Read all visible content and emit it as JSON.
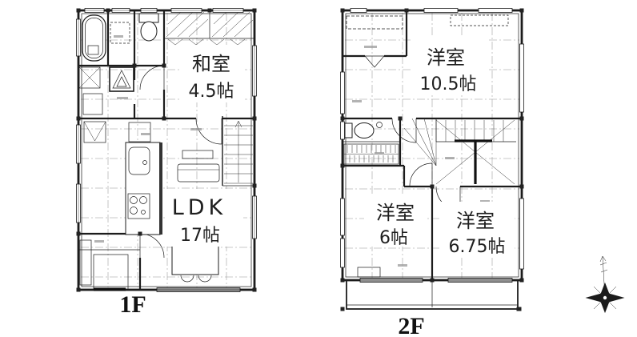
{
  "floors": [
    {
      "label": "1F",
      "rooms": [
        {
          "name": "和室",
          "size": "4.5帖"
        },
        {
          "name": "LDK",
          "size": "17帖"
        }
      ]
    },
    {
      "label": "2F",
      "rooms": [
        {
          "name": "洋室",
          "size": "10.5帖"
        },
        {
          "name": "洋室",
          "size": "6帖"
        },
        {
          "name": "洋室",
          "size": "6.75帖"
        }
      ]
    }
  ],
  "icons": {
    "compass": "compass-rose-north",
    "fixtures": [
      "bathtub",
      "toilet",
      "kitchen-sink",
      "gas-stove",
      "stairs",
      "sofa",
      "dining-table",
      "water-heater",
      "washer-pan",
      "balcony"
    ]
  },
  "colors": {
    "background": "#ffffff",
    "line": "#1c1c1c",
    "grid": "#949494"
  }
}
